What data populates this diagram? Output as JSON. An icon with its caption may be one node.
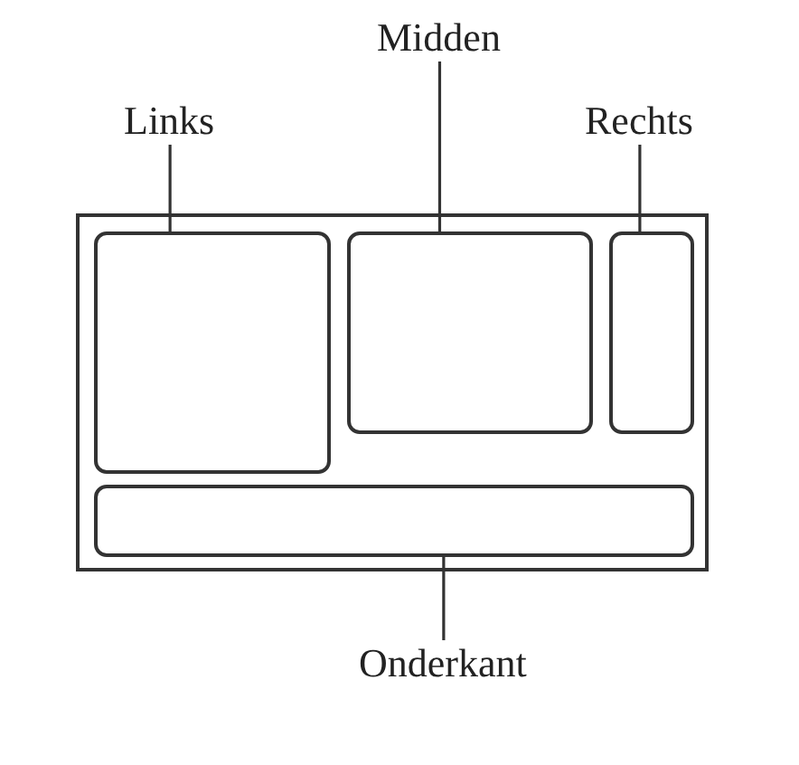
{
  "diagram": {
    "nodes": [
      {
        "text": [
          "Midden"
        ]
      },
      {
        "text": [
          "Links"
        ]
      },
      {
        "text": [
          "Rechts"
        ]
      },
      {
        "text": [],
        "shape": "box"
      },
      {
        "text": [],
        "shape": "box",
        "in": 3
      },
      {
        "text": [],
        "shape": "box",
        "in": 3
      },
      {
        "text": [],
        "shape": "box",
        "in": 3
      },
      {
        "text": [],
        "shape": "box",
        "in": 3
      },
      {
        "text": [
          "Onderkant"
        ]
      }
    ],
    "edges": [
      {
        "from": 0,
        "to": 5,
        "arrow": "none"
      },
      {
        "from": 1,
        "to": 4,
        "arrow": "none"
      },
      {
        "from": 2,
        "to": 6,
        "arrow": "none"
      },
      {
        "from": 8,
        "to": 7,
        "arrow": "none"
      }
    ]
  }
}
